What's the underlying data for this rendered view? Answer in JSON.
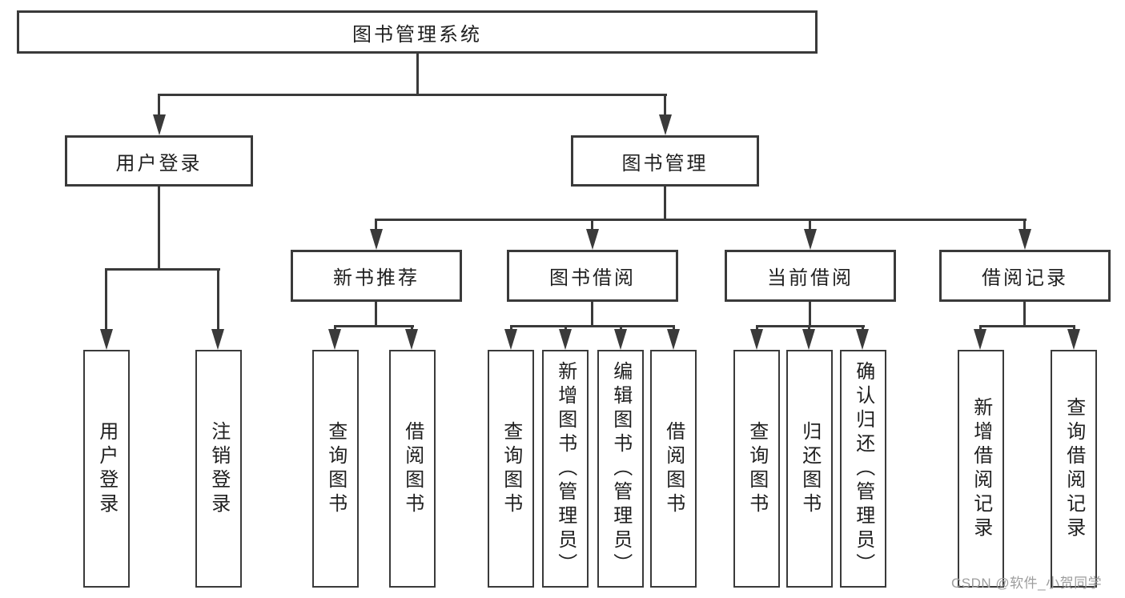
{
  "nodes": {
    "root": "图书管理系统",
    "level2": [
      "用户登录",
      "图书管理"
    ],
    "level3": [
      "新书推荐",
      "图书借阅",
      "当前借阅",
      "借阅记录"
    ],
    "leaves_user_login": [
      "用户登录",
      "注销登录"
    ],
    "leaves_new_book": [
      "查询图书",
      "借阅图书"
    ],
    "leaves_book_borrow": [
      "查询图书",
      "新增图书（管理员）",
      "编辑图书（管理员）",
      "借阅图书"
    ],
    "leaves_current_borrow": [
      "查询图书",
      "归还图书",
      "确认归还（管理员）"
    ],
    "leaves_borrow_record": [
      "新增借阅记录",
      "查询借阅记录"
    ]
  },
  "colors": {
    "line": "#3a3a3a",
    "text": "#1f1f1f",
    "background": "#ffffff",
    "watermark": "#9d9d9d"
  },
  "watermark": {
    "text": "CSDN @软件_小贺同学"
  }
}
